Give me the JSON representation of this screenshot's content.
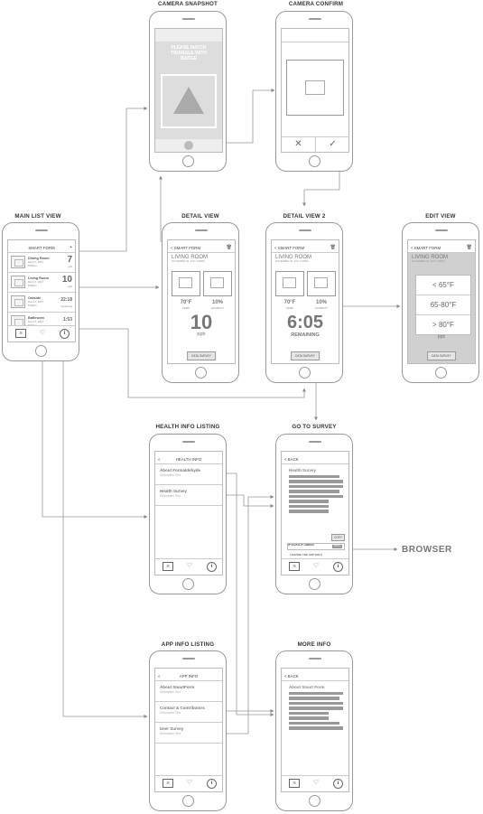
{
  "labels": {
    "camera_snapshot": "CAMERA SNAPSHOT",
    "camera_confirm": "CAMERA CONFIRM",
    "main_list_view": "MAIN LIST VIEW",
    "detail_view": "DETAIL VIEW",
    "detail_view_2": "DETAIL VIEW 2",
    "edit_view": "EDIT VIEW",
    "health_info_listing": "HEALTH INFO LISTING",
    "go_to_survey": "GO TO SURVEY",
    "app_info_listing": "APP INFO LISTING",
    "more_info": "MORE INFO",
    "browser": "BROWSER"
  },
  "camera_snapshot": {
    "message": "PLEASE MATCH TRIANGLE WITH BADGE"
  },
  "main_list": {
    "title": "SMART FORM",
    "add": "+",
    "rows": [
      {
        "name": "Dining Room",
        "date": "Dec 17, 2017 8:00pm",
        "value": "7",
        "unit": "ppb",
        "small": false
      },
      {
        "name": "Living Room",
        "date": "Dec 17, 2017 8:00pm",
        "value": "10",
        "unit": "ppb",
        "small": false
      },
      {
        "name": "Outside",
        "date": "Dec 17, 2017 8:00pm",
        "value": "22:18",
        "unit": "monitoring",
        "small": true
      },
      {
        "name": "Bathroom",
        "date": "Dec 17, 2017 8:00pm",
        "value": "1:53",
        "unit": "monitoring",
        "small": true
      }
    ]
  },
  "detail": {
    "back": "< SMART FORM",
    "trash": "🗑",
    "room": "LIVING ROOM",
    "date": "NOVEMBER 30, 2017 3:38PM",
    "temp": "70°F",
    "temp_label": "TEMP",
    "humidity": "10%",
    "humidity_label": "HUMIDITY",
    "value": "10",
    "unit": "ppb",
    "button": "DATA SURVEY"
  },
  "detail2": {
    "back": "< SMART FORM",
    "trash": "🗑",
    "room": "LIVING ROOM",
    "date": "NOVEMBER 30, 2017 3:38PM",
    "temp": "70°F",
    "temp_label": "TEMP",
    "humidity": "10%",
    "humidity_label": "HUMIDITY",
    "value": "6:05",
    "unit": "REMAINING",
    "button": "DATA SURVEY"
  },
  "edit": {
    "back": "< SMART FORM",
    "trash": "🗑",
    "room": "LIVING ROOM",
    "date": "NOVEMBER 30, 2017 3:38PM",
    "unit": "ppb",
    "options": [
      "< 65°F",
      "65-80°F",
      "> 80°F"
    ],
    "button": "DATA SURVEY"
  },
  "health_info": {
    "back": "<",
    "title": "HEALTH INFO",
    "items": [
      {
        "title": "About Formaldehyde",
        "desc": "Description Text"
      },
      {
        "title": "Health Survey",
        "desc": "Description Text"
      }
    ]
  },
  "go_to_survey": {
    "back": "< BACK",
    "heading": "Health Survey",
    "code": "DF34JKDJF-358NDI",
    "copy": "COPY",
    "leaving": "LEAVING THE APP (OK?)",
    "ok": "OKAY"
  },
  "app_info": {
    "back": "<",
    "title": "APP INFO",
    "items": [
      {
        "title": "About SmartForm",
        "desc": "Description Text"
      },
      {
        "title": "Contact & Contributors",
        "desc": "Description Text"
      },
      {
        "title": "User Survey",
        "desc": "Description Text"
      }
    ]
  },
  "more_info": {
    "back": "< BACK",
    "heading": "About Smart Form"
  },
  "tabs": {
    "list": "☰",
    "health": "♡",
    "info": "i"
  }
}
